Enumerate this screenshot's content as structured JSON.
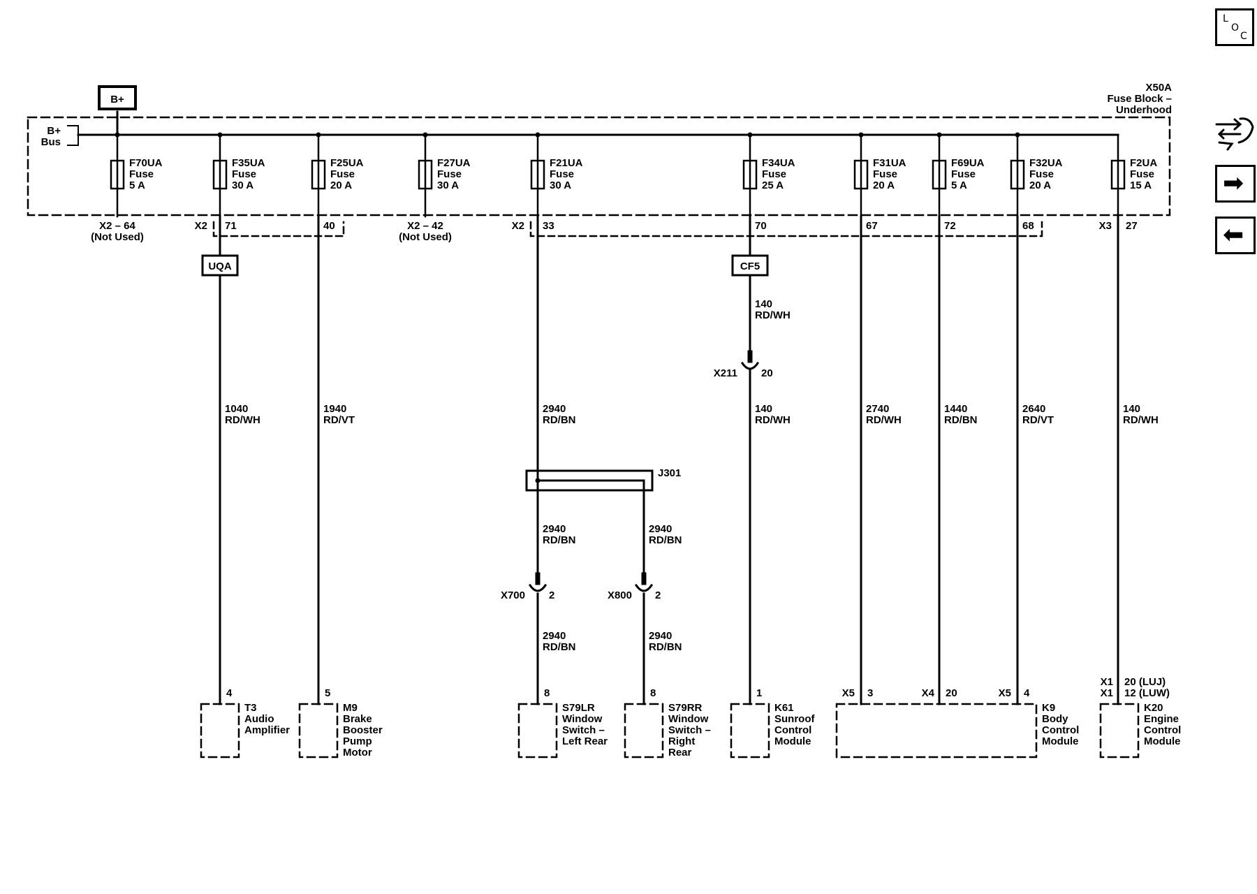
{
  "header_tag": "B+",
  "fuse_block": {
    "ref": "X50A",
    "line1": "Fuse Block –",
    "line2": "Underhood"
  },
  "bus": {
    "line1": "B+",
    "line2": "Bus"
  },
  "fuses": [
    {
      "name": "F70UA",
      "type": "Fuse",
      "rating": "5 A"
    },
    {
      "name": "F35UA",
      "type": "Fuse",
      "rating": "30 A"
    },
    {
      "name": "F25UA",
      "type": "Fuse",
      "rating": "20 A"
    },
    {
      "name": "F27UA",
      "type": "Fuse",
      "rating": "30 A"
    },
    {
      "name": "F21UA",
      "type": "Fuse",
      "rating": "30 A"
    },
    {
      "name": "F34UA",
      "type": "Fuse",
      "rating": "25 A"
    },
    {
      "name": "F31UA",
      "type": "Fuse",
      "rating": "20 A"
    },
    {
      "name": "F69UA",
      "type": "Fuse",
      "rating": "5 A"
    },
    {
      "name": "F32UA",
      "type": "Fuse",
      "rating": "20 A"
    },
    {
      "name": "F2UA",
      "type": "Fuse",
      "rating": "15 A"
    }
  ],
  "fuse_pins": {
    "x2_64": "X2 – 64",
    "not_used_1": "(Not Used)",
    "x2_a": "X2",
    "p71": "71",
    "p40": "40",
    "x2_42": "X2 – 42",
    "not_used_2": "(Not Used)",
    "x2_b": "X2",
    "p33": "33",
    "p70": "70",
    "p67": "67",
    "p72": "72",
    "p68": "68",
    "x3": "X3",
    "p27": "27"
  },
  "option_boxes": {
    "uqa": "UQA",
    "cf5": "CF5"
  },
  "wires": [
    {
      "circuit": "1040",
      "color": "RD/WH"
    },
    {
      "circuit": "1940",
      "color": "RD/VT"
    },
    {
      "circuit": "2940",
      "color": "RD/BN"
    },
    {
      "circuit": "140",
      "color": "RD/WH"
    },
    {
      "circuit": "140",
      "color": "RD/WH"
    },
    {
      "circuit": "2740",
      "color": "RD/WH"
    },
    {
      "circuit": "1440",
      "color": "RD/BN"
    },
    {
      "circuit": "2640",
      "color": "RD/VT"
    },
    {
      "circuit": "140",
      "color": "RD/WH"
    },
    {
      "circuit": "2940",
      "color": "RD/BN"
    },
    {
      "circuit": "2940",
      "color": "RD/BN"
    },
    {
      "circuit": "2940",
      "color": "RD/BN"
    },
    {
      "circuit": "2940",
      "color": "RD/BN"
    }
  ],
  "splice": "J301",
  "connectors": {
    "x211": "X211",
    "x211_pin": "20",
    "x700": "X700",
    "x700_pin": "2",
    "x800": "X800",
    "x800_pin": "2"
  },
  "components": {
    "t3": {
      "pin": "4",
      "lines": [
        "T3",
        "Audio",
        "Amplifier"
      ]
    },
    "m9": {
      "pin": "5",
      "lines": [
        "M9",
        "Brake",
        "Booster",
        "Pump",
        "Motor"
      ]
    },
    "s79lr": {
      "pin": "8",
      "lines": [
        "S79LR",
        "Window",
        "Switch –",
        "Left Rear"
      ]
    },
    "s79rr": {
      "pin": "8",
      "lines": [
        "S79RR",
        "Window",
        "Switch –",
        "Right",
        "Rear"
      ]
    },
    "k61": {
      "pin": "1",
      "lines": [
        "K61",
        "Sunroof",
        "Control",
        "Module"
      ]
    },
    "k9": {
      "x5a": "X5",
      "p3": "3",
      "x4": "X4",
      "p20": "20",
      "x5b": "X5",
      "p4": "4",
      "lines": [
        "K9",
        "Body",
        "Control",
        "Module"
      ]
    },
    "k20": {
      "x1a": "X1",
      "p20": "20 (LUJ)",
      "x1b": "X1",
      "p12": "12 (LUW)",
      "lines": [
        "K20",
        "Engine",
        "Control",
        "Module"
      ]
    }
  },
  "nav": {
    "loc_l": "L",
    "loc_o": "O",
    "loc_c": "C",
    "forward_glyph": "➡",
    "back_glyph": "⬅",
    "icons": [
      "loc-icon",
      "connector-swap-icon",
      "forward-arrow-icon",
      "back-arrow-icon"
    ]
  }
}
